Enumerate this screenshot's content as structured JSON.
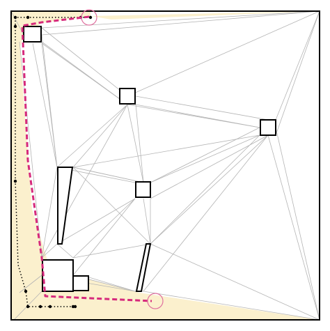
{
  "colors": {
    "background": "#ffffff",
    "region_fill": "#fbf0cd",
    "triangulation_edge": "#b4b4b4",
    "obstacle_stroke": "#000000",
    "path": "#d62a7c",
    "endpoint_marker": "#e0709f",
    "dotted_path": "#000000"
  },
  "legend": [],
  "elements": {
    "boundary": "boundary-rectangle",
    "obstacles": [
      "square-obstacle",
      "square-obstacle",
      "square-obstacle",
      "square-obstacle",
      "square-obstacle",
      "square-obstacle",
      "thin-quad-obstacle",
      "thin-quad-obstacle"
    ],
    "path_style": "dashed",
    "alt_path_style": "dotted-with-nodes",
    "endpoint_marker_shape": "circle"
  }
}
